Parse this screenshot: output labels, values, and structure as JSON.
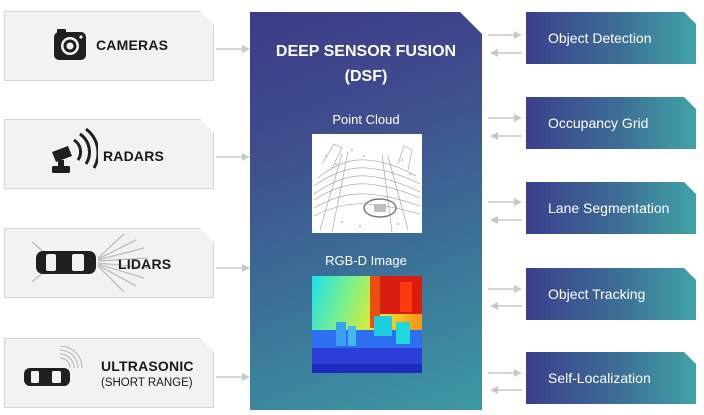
{
  "inputs": [
    {
      "label": "CAMERAS",
      "icon": "camera-icon"
    },
    {
      "label": "RADARS",
      "icon": "radar-icon"
    },
    {
      "label": "LIDARS",
      "icon": "lidar-car-icon"
    },
    {
      "label": "ULTRASONIC",
      "sub": "(SHORT RANGE)",
      "icon": "ultrasonic-car-icon"
    }
  ],
  "fusion": {
    "title": "DEEP SENSOR FUSION",
    "subtitle": "(DSF)",
    "image1_label": "Point Cloud",
    "image2_label": "RGB-D Image"
  },
  "outputs": [
    {
      "label": "Object Detection"
    },
    {
      "label": "Occupancy Grid"
    },
    {
      "label": "Lane Segmentation"
    },
    {
      "label": "Object Tracking"
    },
    {
      "label": "Self-Localization"
    }
  ],
  "colors": {
    "input_bg": "#f2f2f2",
    "fusion_start": "#3b3b86",
    "fusion_end": "#3c99a4",
    "output_start": "#3b3f8c",
    "output_end": "#3fa3a6",
    "arrow": "#c8c8c8"
  }
}
